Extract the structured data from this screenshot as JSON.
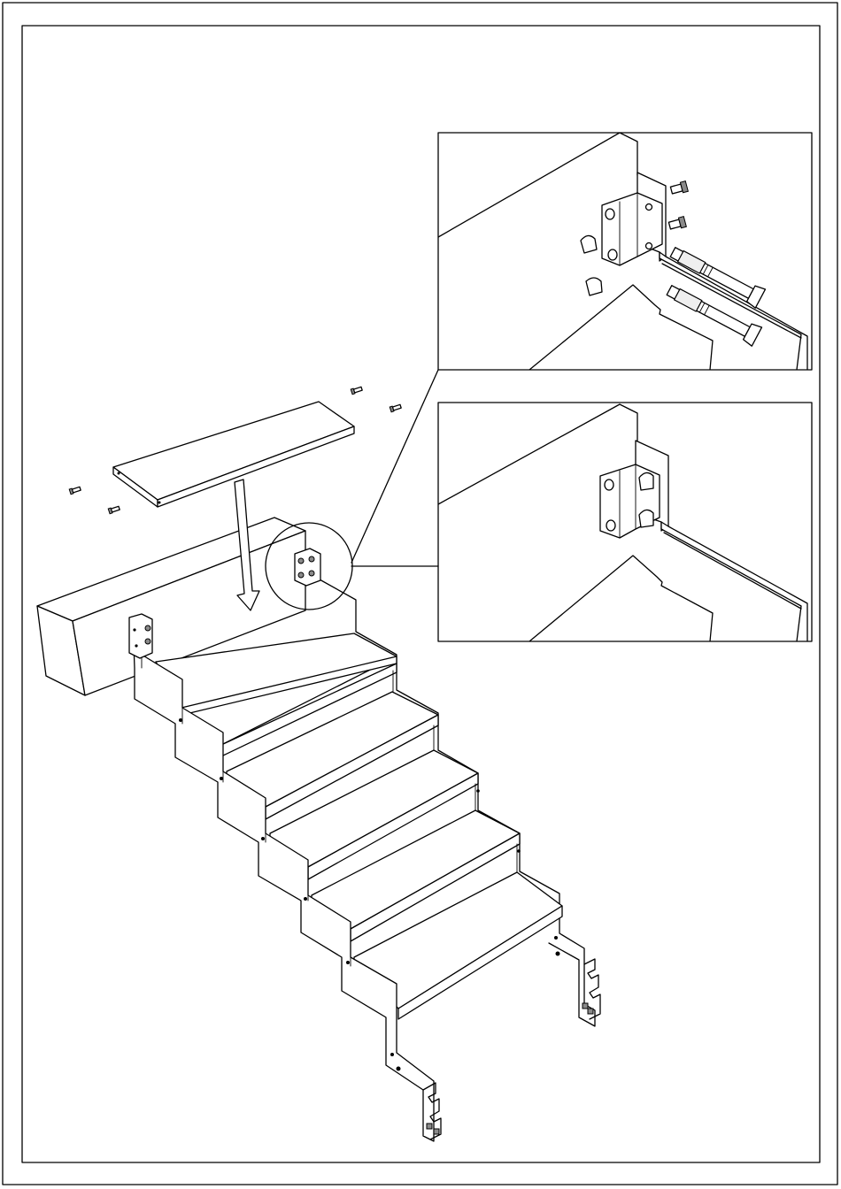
{
  "drawing": {
    "kind": "assembly-instruction",
    "labels": [],
    "icons": [
      "stair-stringer",
      "tread-board",
      "wall-bracket",
      "expansion-anchor-bolt",
      "cap-nut",
      "down-arrow",
      "detail-callout-circle"
    ]
  }
}
